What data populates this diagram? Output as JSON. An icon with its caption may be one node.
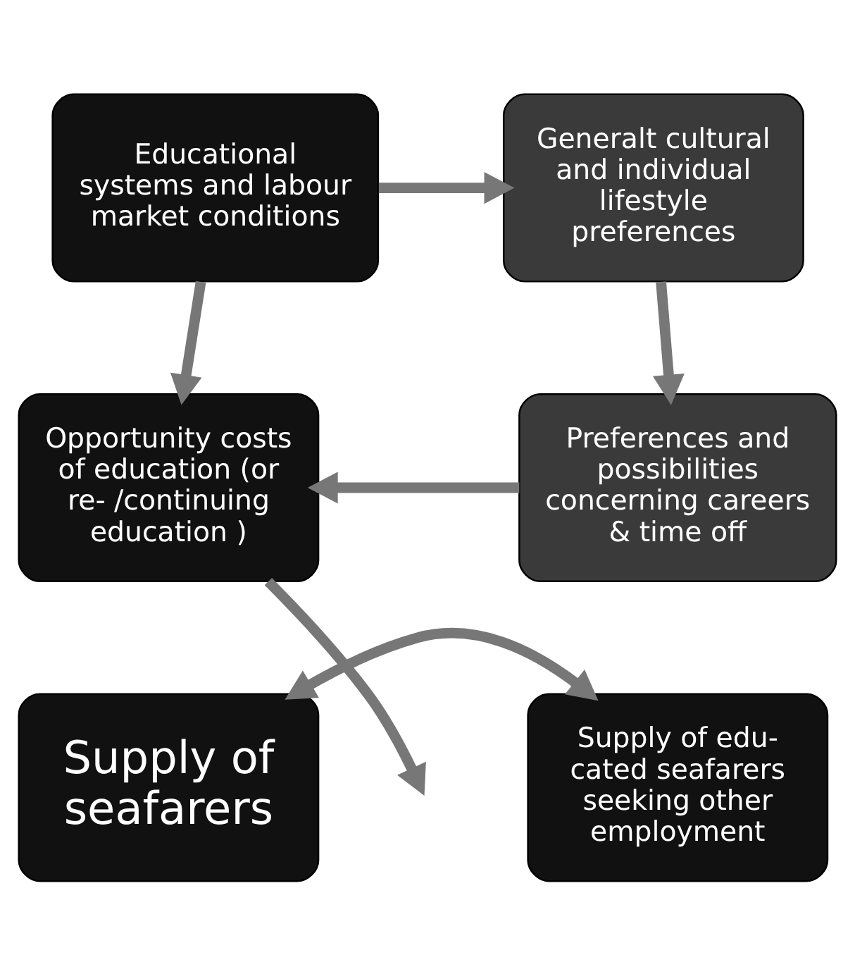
{
  "diagram": {
    "nodes": [
      {
        "text": [
          "Educational systems and labour market conditions"
        ]
      },
      {
        "text": [
          "Generalt cultural and individual lifestyle preferences"
        ]
      },
      {
        "text": [
          "Opportunity costs of education (or re- /continuing education )"
        ]
      },
      {
        "text": [
          "Preferences and possibilities concerning careers & time off"
        ]
      },
      {
        "text": [
          "Supply of seafarers"
        ]
      },
      {
        "text": [
          "Supply of edu- cated seafarers seeking other employment"
        ]
      }
    ],
    "edges": [
      {
        "from": 0,
        "to": 1,
        "arrow": "to"
      },
      {
        "from": 0,
        "to": 2,
        "arrow": "to"
      },
      {
        "from": 1,
        "to": 3,
        "arrow": "to"
      },
      {
        "from": 3,
        "to": 2,
        "arrow": "to"
      },
      {
        "from": 2,
        "to": null,
        "arrow": "to"
      },
      {
        "from": 4,
        "to": 5,
        "arrow": "both"
      }
    ]
  }
}
